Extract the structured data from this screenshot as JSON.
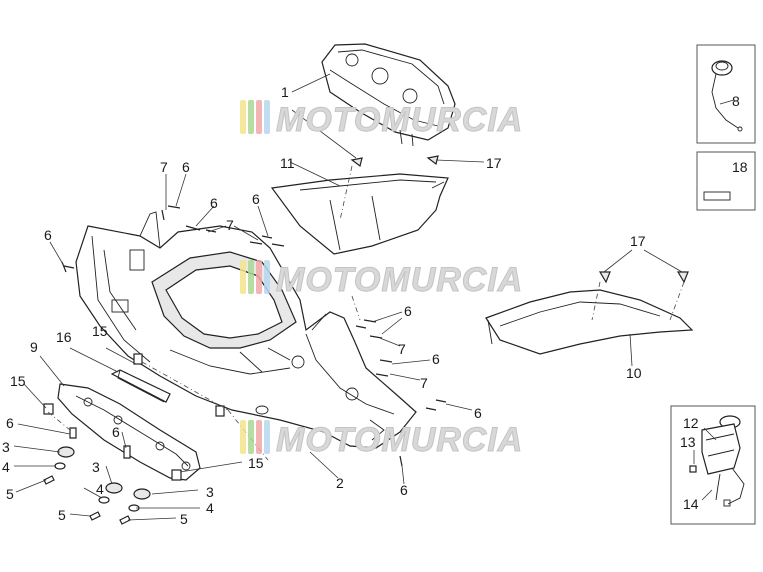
{
  "watermark": {
    "text": "MOTOMURCIA",
    "colors": [
      "#f3e38a",
      "#a8d88f",
      "#f2a7a7",
      "#b7d6ef"
    ]
  },
  "callouts": {
    "c1": "1",
    "c2": "2",
    "c3": "3",
    "c4": "4",
    "c5": "5",
    "c6": "6",
    "c7": "7",
    "c8": "8",
    "c9": "9",
    "c10": "10",
    "c11": "11",
    "c12": "12",
    "c13": "13",
    "c14": "14",
    "c15": "15",
    "c16": "16",
    "c17": "17",
    "c18": "18"
  }
}
